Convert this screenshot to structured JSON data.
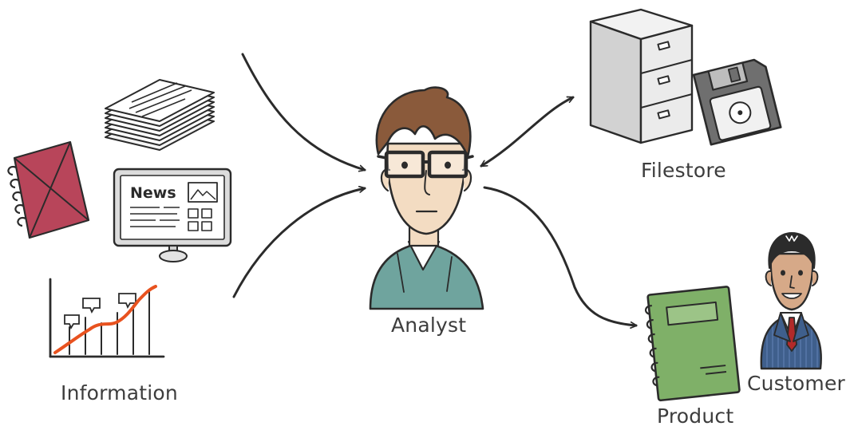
{
  "labels": {
    "information": "Information",
    "analyst": "Analyst",
    "filestore": "Filestore",
    "customer": "Customer",
    "product": "Product"
  },
  "monitor": {
    "headline": "News"
  },
  "icons": [
    "newspaper-stack-icon",
    "red-notebook-icon",
    "news-monitor-icon",
    "rising-chart-icon",
    "analyst-person-icon",
    "filing-cabinet-icon",
    "floppy-disk-icon",
    "green-notebook-icon",
    "businessman-icon"
  ],
  "colors": {
    "ink": "#2b2b2b",
    "label": "#3d3d3d",
    "red_notebook": "#b8455a",
    "green_notebook": "#7fb068",
    "sweater": "#6fa49e",
    "hair": "#8a5a3b",
    "skin": "#f3dcc2",
    "chart_line": "#e8521f",
    "suit": "#3f5f8c",
    "tie": "#b22a2a",
    "floppy": "#6f6f6f"
  }
}
